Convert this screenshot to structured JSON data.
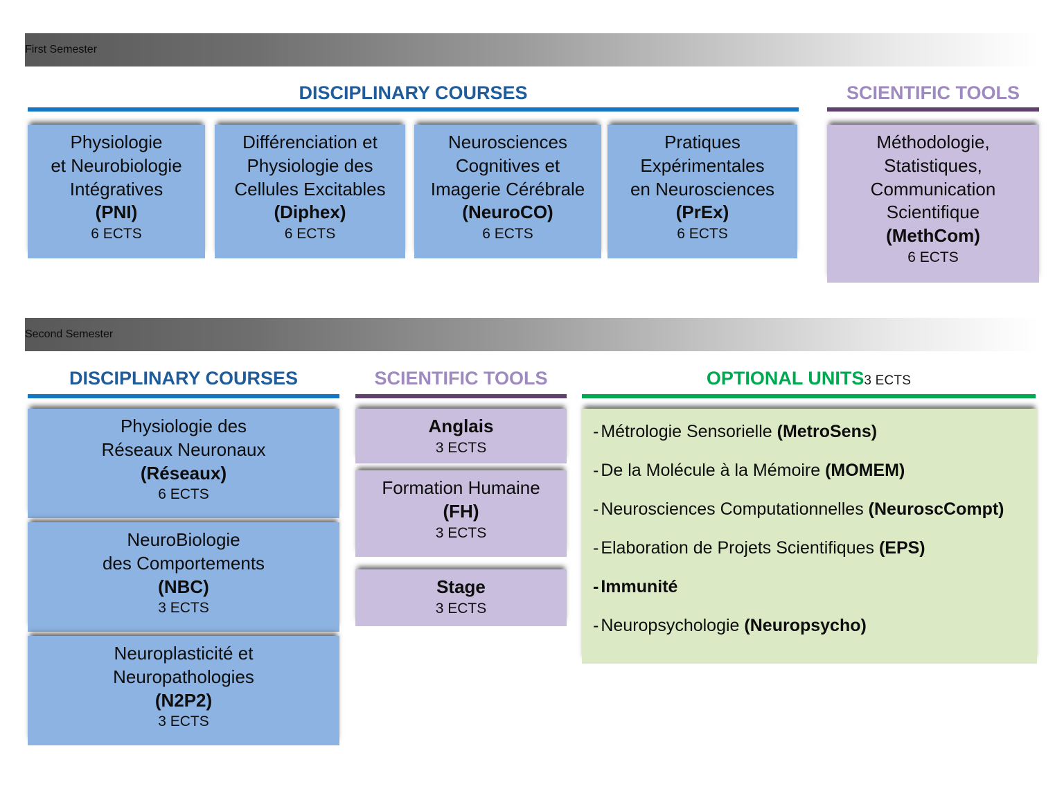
{
  "semesters": [
    {
      "title": "First Semester",
      "sections": [
        {
          "heading": "DISCIPLINARY COURSES",
          "accent": "#1277c4",
          "courses": [
            {
              "lines": [
                "Physiologie",
                "et Neurobiologie",
                "Intégratives"
              ],
              "code": "(PNI)",
              "ects": "6 ECTS"
            },
            {
              "lines": [
                "Différenciation et",
                "Physiologie des",
                "Cellules Excitables"
              ],
              "code": "(Diphex)",
              "ects": "6 ECTS"
            },
            {
              "lines": [
                "Neurosciences",
                "Cognitives et",
                "Imagerie Cérébrale"
              ],
              "code": "(NeuroCO)",
              "ects": "6 ECTS"
            },
            {
              "lines": [
                "Pratiques",
                "Expérimentales",
                "en Neurosciences"
              ],
              "code": "(PrEx)",
              "ects": "6 ECTS"
            }
          ]
        },
        {
          "heading": "SCIENTIFIC TOOLS",
          "accent": "#60406e",
          "courses": [
            {
              "lines": [
                "Méthodologie,",
                "Statistiques,",
                "Communication",
                "Scientifique"
              ],
              "code": "(MethCom)",
              "ects": "6 ECTS"
            }
          ]
        }
      ]
    },
    {
      "title": "Second Semester",
      "sections": [
        {
          "heading": "DISCIPLINARY COURSES",
          "accent": "#1277c4",
          "courses": [
            {
              "lines": [
                "Physiologie des",
                "Réseaux Neuronaux"
              ],
              "code": "(Réseaux)",
              "ects": "6 ECTS"
            },
            {
              "lines": [
                "NeuroBiologie",
                "des Comportements"
              ],
              "code": "(NBC)",
              "ects": "3 ECTS"
            },
            {
              "lines": [
                "Neuroplasticité et",
                "Neuropathologies"
              ],
              "code": "(N2P2)",
              "ects": "3 ECTS"
            }
          ]
        },
        {
          "heading": "SCIENTIFIC TOOLS",
          "accent": "#60406e",
          "courses": [
            {
              "lines": [],
              "code": "Anglais",
              "ects": "3 ECTS"
            },
            {
              "lines": [
                "Formation Humaine"
              ],
              "code": "(FH)",
              "ects": "3 ECTS"
            },
            {
              "lines": [],
              "code": "Stage",
              "ects": "3 ECTS"
            }
          ]
        },
        {
          "heading": "OPTIONAL UNITS",
          "heading_note": "3 ECTS",
          "accent": "#00a94f",
          "options": [
            {
              "dash": "-",
              "name": "Métrologie Sensorielle ",
              "abbr": "(MetroSens)",
              "bold_all": false
            },
            {
              "dash": "-",
              "name": "De la Molécule à la Mémoire ",
              "abbr": "(MOMEM)",
              "bold_all": false
            },
            {
              "dash": "-",
              "name": "Neurosciences Computationnelles ",
              "abbr": "(NeuroscCompt)",
              "bold_all": false
            },
            {
              "dash": "-",
              "name": "Elaboration de Projets Scientifiques ",
              "abbr": "(EPS)",
              "bold_all": false
            },
            {
              "dash": "-",
              "name": "Immunité",
              "abbr": "",
              "bold_all": true
            },
            {
              "dash": "-",
              "name": "Neuropsychologie ",
              "abbr": "(Neuropsycho)",
              "bold_all": false
            }
          ]
        }
      ]
    }
  ]
}
